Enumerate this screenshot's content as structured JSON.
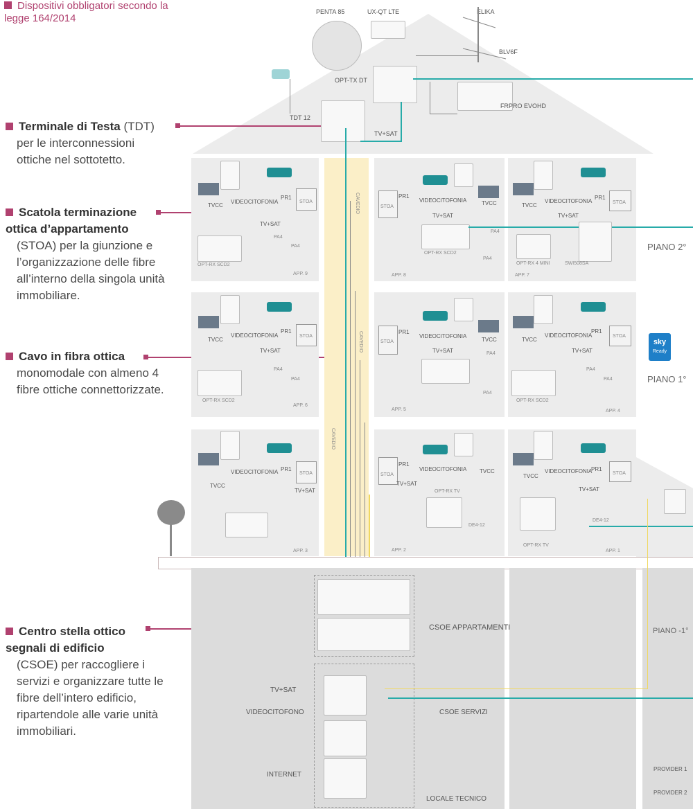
{
  "legend": {
    "title": "Dispositivi obbligatori secondo la legge 164/2014"
  },
  "annotations": {
    "tdt": {
      "bold": "Terminale di Testa",
      "rest": "(TDT)",
      "body": "per le interconnessioni ottiche nel sottotetto."
    },
    "stoa": {
      "bold": "Scatola terminazione ottica d’appartamento",
      "rest": "(STOA) per la giunzione e l’organizzazione delle fibre all’interno della singola unità immobiliare."
    },
    "cavo": {
      "bold": "Cavo in fibra ottica",
      "body": "monomodale con almeno 4 fibre ottiche connettorizzate."
    },
    "csoe": {
      "bold": "Centro stella ottico segnali di edificio",
      "rest": "(CSOE) per raccogliere i servizi e organizzare tutte le fibre dell’intero edificio, ripartendole alle varie unità immobiliari."
    }
  },
  "roof": {
    "penta": "PENTA 85",
    "uxqt": "UX-QT LTE",
    "elika": "ELIKA",
    "blv6f": "BLV6F",
    "opttx": "OPT-TX DT",
    "frpro": "FRPRO EVOHD",
    "tdt12": "TDT 12",
    "tvsat": "TV+SAT"
  },
  "labels": {
    "stoa": "STOA",
    "pr1": "PR1",
    "tvcc": "TVCC",
    "videocitofonia": "VIDEOCITOFONIA",
    "tvsat": "TV+SAT",
    "pa4": "PA4",
    "cavedio": "CAVEDIO",
    "optrx_scd2": "OPT-RX SCD2",
    "optrx4mini": "OPT-RX 4 MINI",
    "swi508sa": "SWI508SA",
    "optrx_tv": "OPT-RX TV",
    "de412": "DE4-12"
  },
  "apps": [
    "APP. 9",
    "APP. 8",
    "APP. 7",
    "APP. 6",
    "APP. 5",
    "APP. 4",
    "APP. 3",
    "APP. 2",
    "APP. 1"
  ],
  "floors": {
    "p2": "PIANO 2°",
    "p1": "PIANO 1°",
    "pm1": "PIANO -1°"
  },
  "basement": {
    "csoe_app": "CSOE APPARTAMENTI",
    "csoe_serv": "CSOE SERVIZI",
    "locale": "LOCALE TECNICO",
    "tvsat": "TV+SAT",
    "video": "VIDEOCITOFONO",
    "internet": "INTERNET",
    "provider1": "PROVIDER 1",
    "provider2": "PROVIDER 2"
  },
  "sky": {
    "top": "sky",
    "bottom": "Ready"
  },
  "colors": {
    "accent": "#b0416f",
    "cyan": "#27aba9",
    "shaft": "#fbefc8",
    "room": "#ececec"
  }
}
